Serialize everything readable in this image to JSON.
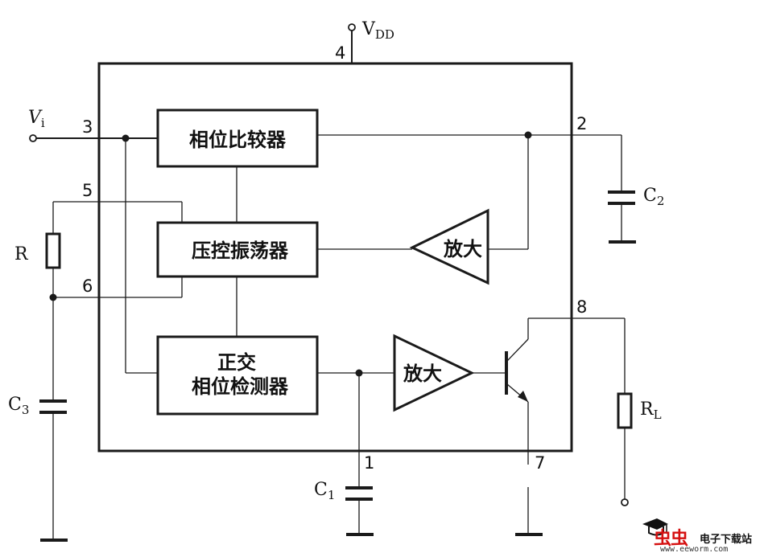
{
  "blocks": {
    "phase_comparator": "相位比较器",
    "vco": "压控振荡器",
    "quad_line1": "正交",
    "quad_line2": "相位检测器",
    "amp_upper": "放大",
    "amp_lower": "放大"
  },
  "pins": [
    "1",
    "2",
    "3",
    "4",
    "5",
    "6",
    "7",
    "8"
  ],
  "labels": {
    "vdd_main": "V",
    "vdd_sub": "DD",
    "vi_main": "V",
    "vi_sub": "i",
    "r": "R",
    "rl_main": "R",
    "rl_sub": "L",
    "c1_main": "C",
    "c1_sub": "1",
    "c2_main": "C",
    "c2_sub": "2",
    "c3_main": "C",
    "c3_sub": "3"
  },
  "watermark": {
    "brand": "虫虫",
    "subtitle": "电子下载站",
    "url": "www.eeworm.com",
    "brand_color": "#d51010"
  }
}
